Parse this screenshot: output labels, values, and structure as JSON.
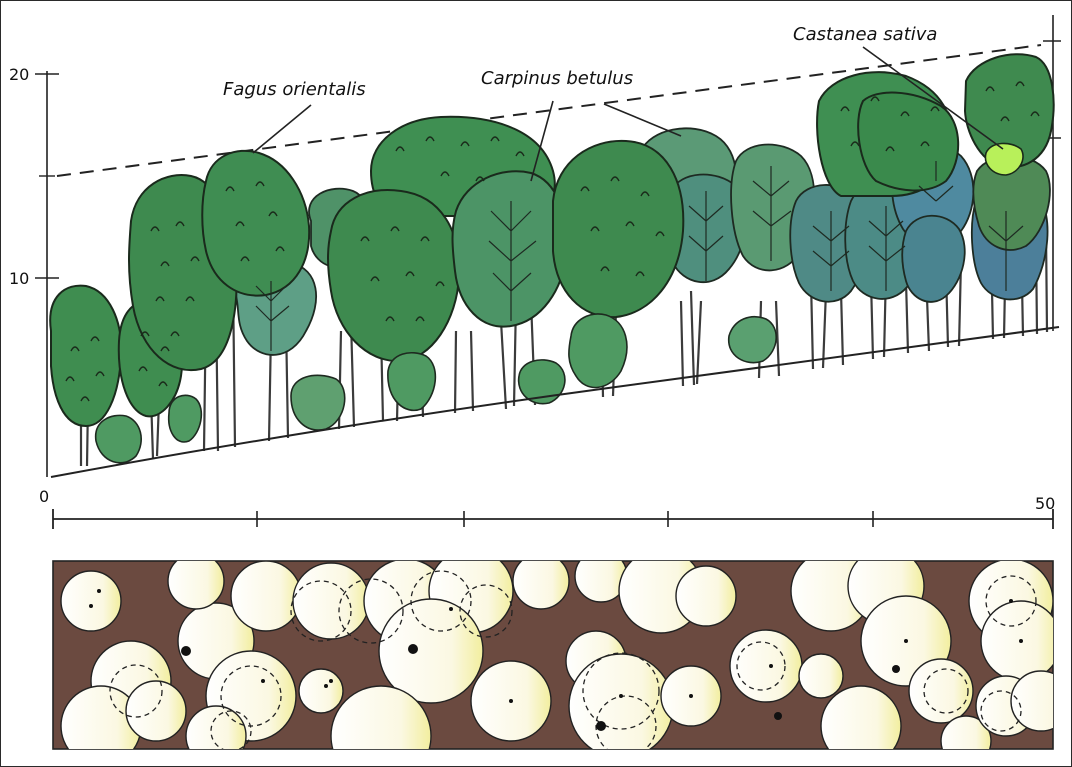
{
  "figure": {
    "species_labels": [
      "Fagus orientalis",
      "Carpinus betulus",
      "Castanea sativa"
    ],
    "height_ticks": [
      "20",
      "10"
    ],
    "distance_ticks": [
      "0",
      "50"
    ]
  },
  "colors": {
    "beech_crown": "#3e8c52",
    "hornbeam_crown": "#5a9a72",
    "blue_green_crown": "#4f8f86",
    "chestnut_crown": "#b8f05a",
    "crown_projection_fill": "#fbf6d8",
    "soil_background": "#6b4a40"
  }
}
